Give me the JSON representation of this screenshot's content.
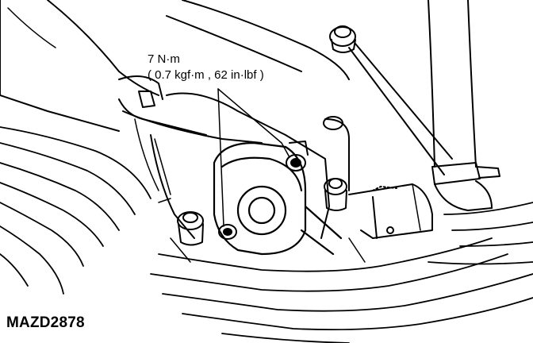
{
  "annotation": {
    "torque_line_1": "7 N·m",
    "torque_line_2": "( 0.7 kgf·m , 62 in·lbf )"
  },
  "figure_code": "MAZD2878",
  "colors": {
    "ink": "#000000",
    "background": "#ffffff"
  }
}
